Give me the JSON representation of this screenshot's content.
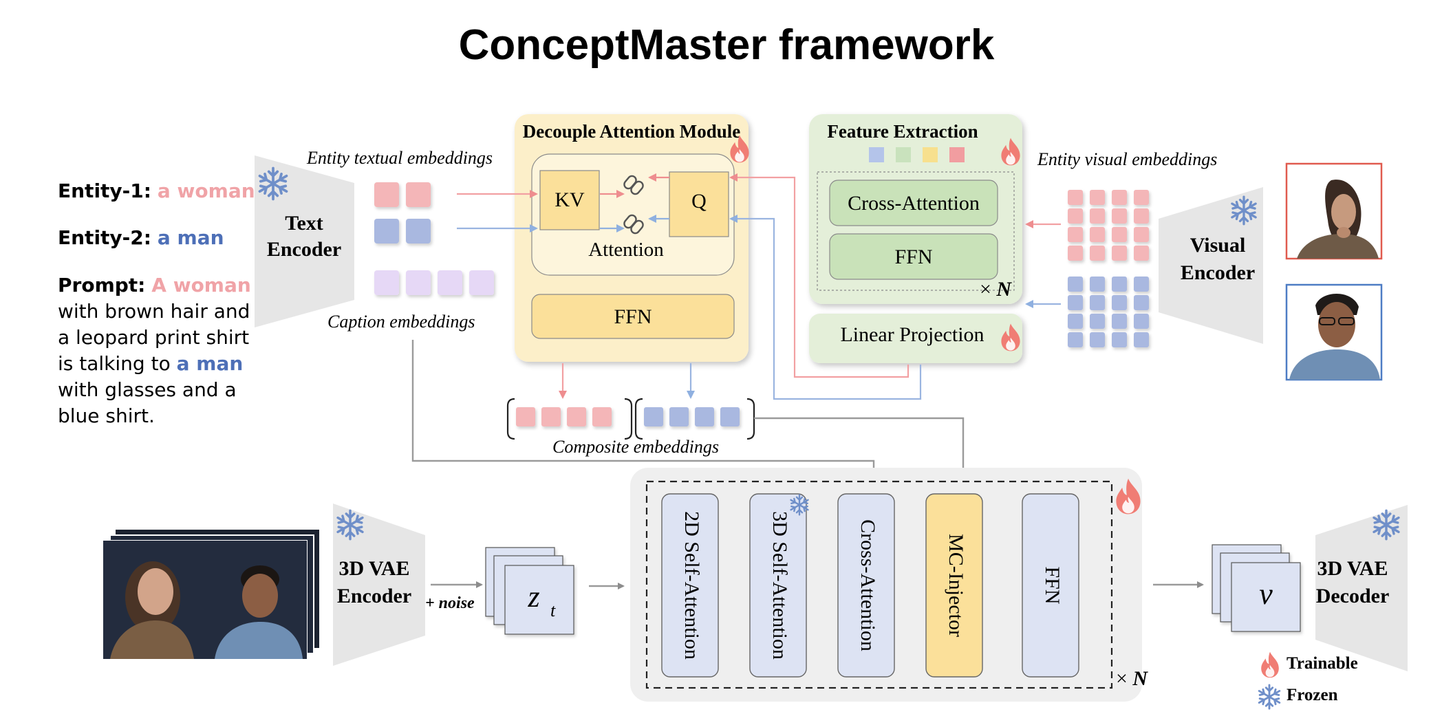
{
  "title": "ConceptMaster framework",
  "colors": {
    "pink": "#f4b6b8",
    "blue": "#a9b8e0",
    "violet": "#e6d8f6",
    "green_sq": "#c9e2bd",
    "yellow_sq": "#f7e08e",
    "red_sq": "#f19da0",
    "pink_text": "#f0a3a7",
    "blue_text": "#4d6fb7"
  },
  "left_text": {
    "entity1_label": "Entity-1:",
    "entity1_value": "a woman",
    "entity2_label": "Entity-2:",
    "entity2_value": "a man",
    "prompt_label": "Prompt:",
    "prompt_entity1": "A woman",
    "prompt_line2": "with brown hair and",
    "prompt_line3": "a leopard print shirt",
    "prompt_line4_prefix": "is talking to",
    "prompt_entity2": "a man",
    "prompt_line5": "with glasses and a",
    "prompt_line6": "blue shirt."
  },
  "text_encoder": {
    "line1": "Text",
    "line2": "Encoder",
    "icon": "snowflake-icon"
  },
  "visual_encoder": {
    "line1": "Visual",
    "line2": "Encoder",
    "icon": "snowflake-icon"
  },
  "entity_textual_label": "Entity textual embeddings",
  "entity_visual_label": "Entity visual embeddings",
  "caption_label": "Caption embeddings",
  "composite_label": "Composite embeddings",
  "decouple": {
    "title": "Decouple Attention Module",
    "kv": "KV",
    "q": "Q",
    "attention": "Attention",
    "ffn": "FFN",
    "icon": "flame-icon"
  },
  "feature_extraction": {
    "title": "Feature Extraction",
    "cross_attention": "Cross-Attention",
    "ffn": "FFN",
    "repeat": "N",
    "icon": "flame-icon"
  },
  "linear_projection": {
    "label": "Linear Projection",
    "icon": "flame-icon"
  },
  "vae_encoder": {
    "line1": "3D VAE",
    "line2": "Encoder"
  },
  "vae_decoder": {
    "line1": "3D VAE",
    "line2": "Decoder"
  },
  "noise_label": "+ noise",
  "zt_label": "z",
  "zt_sub": "t",
  "v_label": "v",
  "dit_blocks": [
    "2D Self-Attention",
    "3D Self-Attention",
    "Cross-Attention",
    "MC-Injector",
    "FFN"
  ],
  "dit_repeat": "N",
  "legend": {
    "trainable": "Trainable",
    "frozen": "Frozen"
  }
}
